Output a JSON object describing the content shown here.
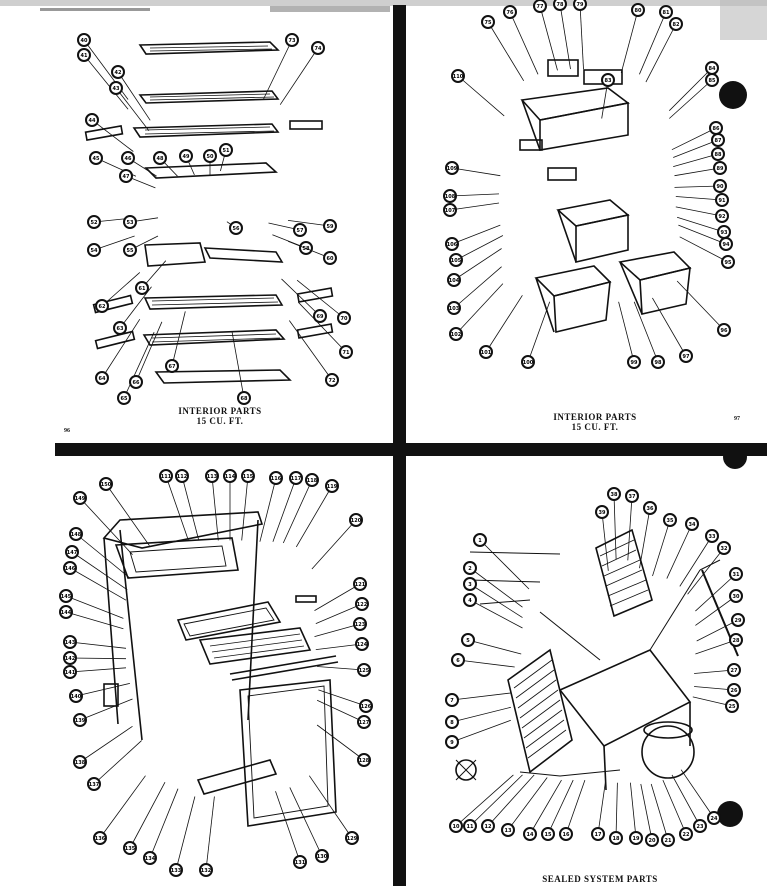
{
  "panels": {
    "top_left": {
      "caption_line1": "INTERIOR PARTS",
      "caption_line2": "15 CU. FT.",
      "page_number": "96",
      "callouts": [
        "40",
        "41",
        "42",
        "43",
        "44",
        "45",
        "46",
        "47",
        "48",
        "49",
        "50",
        "51",
        "52",
        "53",
        "54",
        "55",
        "56",
        "57",
        "58",
        "59",
        "60",
        "61",
        "62",
        "63",
        "64",
        "65",
        "66",
        "67",
        "68",
        "69",
        "70",
        "71",
        "72",
        "73",
        "74"
      ]
    },
    "top_right": {
      "caption_line1": "INTERIOR PARTS",
      "caption_line2": "15 CU. FT.",
      "page_number": "97",
      "callouts": [
        "75",
        "76",
        "77",
        "78",
        "79",
        "80",
        "81",
        "82",
        "83",
        "84",
        "85",
        "86",
        "87",
        "88",
        "89",
        "90",
        "91",
        "92",
        "93",
        "94",
        "95",
        "96",
        "97",
        "98",
        "99",
        "100",
        "101",
        "102",
        "103",
        "104",
        "105",
        "106",
        "107",
        "108",
        "109",
        "110"
      ]
    },
    "bottom_left": {
      "callouts": [
        "111",
        "112",
        "113",
        "114",
        "115",
        "116",
        "117",
        "118",
        "119",
        "120",
        "121",
        "122",
        "123",
        "124",
        "125",
        "126",
        "127",
        "128",
        "129",
        "130",
        "131",
        "132",
        "133",
        "134",
        "135",
        "136",
        "137",
        "138",
        "139",
        "140",
        "141",
        "142",
        "143",
        "144",
        "145",
        "146",
        "147",
        "148",
        "149",
        "150"
      ]
    },
    "bottom_right": {
      "caption": "SEALED SYSTEM PARTS",
      "callouts": [
        "1",
        "2",
        "3",
        "4",
        "5",
        "6",
        "7",
        "8",
        "9",
        "10",
        "11",
        "12",
        "13",
        "14",
        "15",
        "16",
        "17",
        "18",
        "19",
        "20",
        "21",
        "22",
        "23",
        "24",
        "25",
        "26",
        "27",
        "28",
        "29",
        "30",
        "31",
        "32",
        "33",
        "34",
        "35",
        "36",
        "37",
        "38",
        "39"
      ]
    }
  },
  "colors": {
    "ink": "#111111",
    "paper": "#ffffff"
  }
}
